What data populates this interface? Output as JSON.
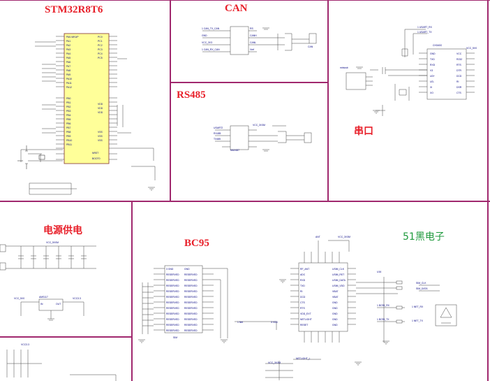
{
  "sections": {
    "mcu": {
      "title": "STM32R8T6"
    },
    "can": {
      "title": "CAN"
    },
    "rs485": {
      "title": "RS485"
    },
    "serial": {
      "title": "串口"
    },
    "power": {
      "title": "电源供电"
    },
    "bc95": {
      "title": "BC95"
    }
  },
  "brand": "51黑电子",
  "colors": {
    "border": "#a0286e",
    "title": "#e8202a",
    "brand": "#1e9a3c",
    "chip_fill": "#ffff99",
    "wire": "#404040",
    "pin_label": "#000080"
  }
}
